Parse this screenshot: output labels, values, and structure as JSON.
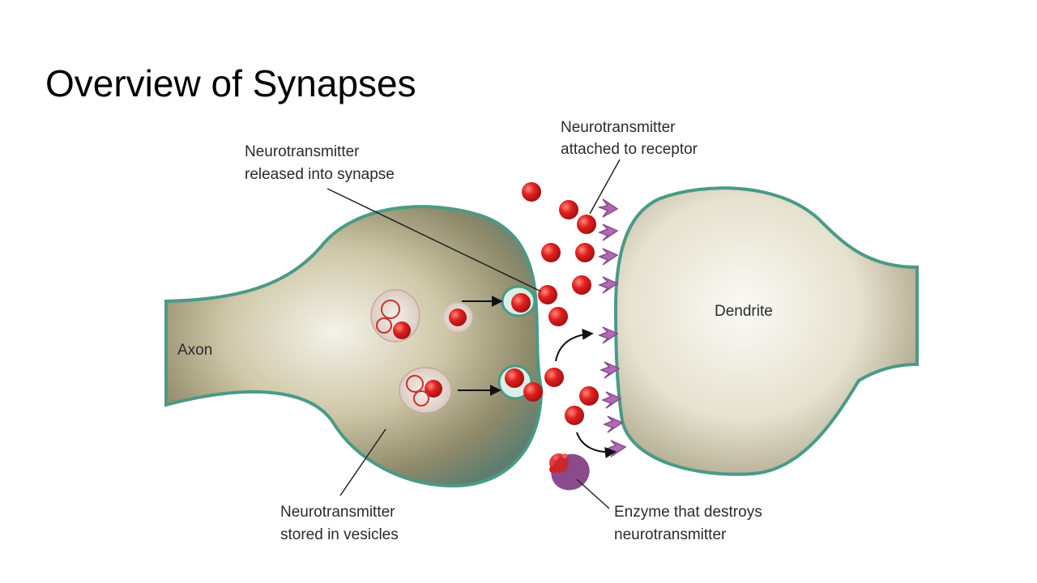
{
  "slide": {
    "title": "Overview of Synapses"
  },
  "diagram": {
    "labels": {
      "axon": "Axon",
      "dendrite": "Dendrite",
      "released_line1": "Neurotransmitter",
      "released_line2": "released into synapse",
      "attached_line1": "Neurotransmitter",
      "attached_line2": "attached to receptor",
      "stored_line1": "Neurotransmitter",
      "stored_line2": "stored in vesicles",
      "enzyme_line1": "Enzyme that destroys",
      "enzyme_line2": "neurotransmitter"
    },
    "colors": {
      "neurotransmitter": "#d61f1f",
      "receptor": "#b06ab3",
      "enzyme": "#8a4a8c",
      "membrane_edge": "#3a9a8a",
      "cell_body": "#d9d2b8"
    }
  }
}
